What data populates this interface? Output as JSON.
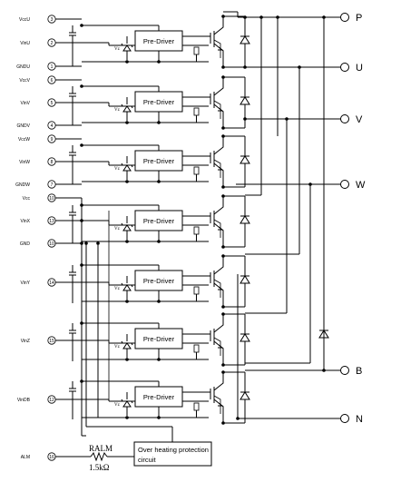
{
  "pins": [
    {
      "name": "VccU",
      "num": "3"
    },
    {
      "name": "VinU",
      "num": "2"
    },
    {
      "name": "GNDU",
      "num": "1"
    },
    {
      "name": "VccV",
      "num": "6"
    },
    {
      "name": "VinV",
      "num": "5"
    },
    {
      "name": "GNDV",
      "num": "4"
    },
    {
      "name": "VccW",
      "num": "9"
    },
    {
      "name": "VinW",
      "num": "8"
    },
    {
      "name": "GNDW",
      "num": "7"
    },
    {
      "name": "Vcc",
      "num": "10"
    },
    {
      "name": "VinX",
      "num": "13"
    },
    {
      "name": "GND",
      "num": "10"
    },
    {
      "name": "VinY",
      "num": "14"
    },
    {
      "name": "VinZ",
      "num": "15"
    },
    {
      "name": "VinDB",
      "num": "12"
    },
    {
      "name": "ALM",
      "num": "16"
    }
  ],
  "outputs": [
    "P",
    "U",
    "V",
    "W",
    "B",
    "N"
  ],
  "predriver_label": "Pre-Driver",
  "vz_label": "Vz",
  "ralm_label": "RALM",
  "ralm_value": "1.5kΩ",
  "ohp_line1": "Over heating protection",
  "ohp_line2": "circuit"
}
